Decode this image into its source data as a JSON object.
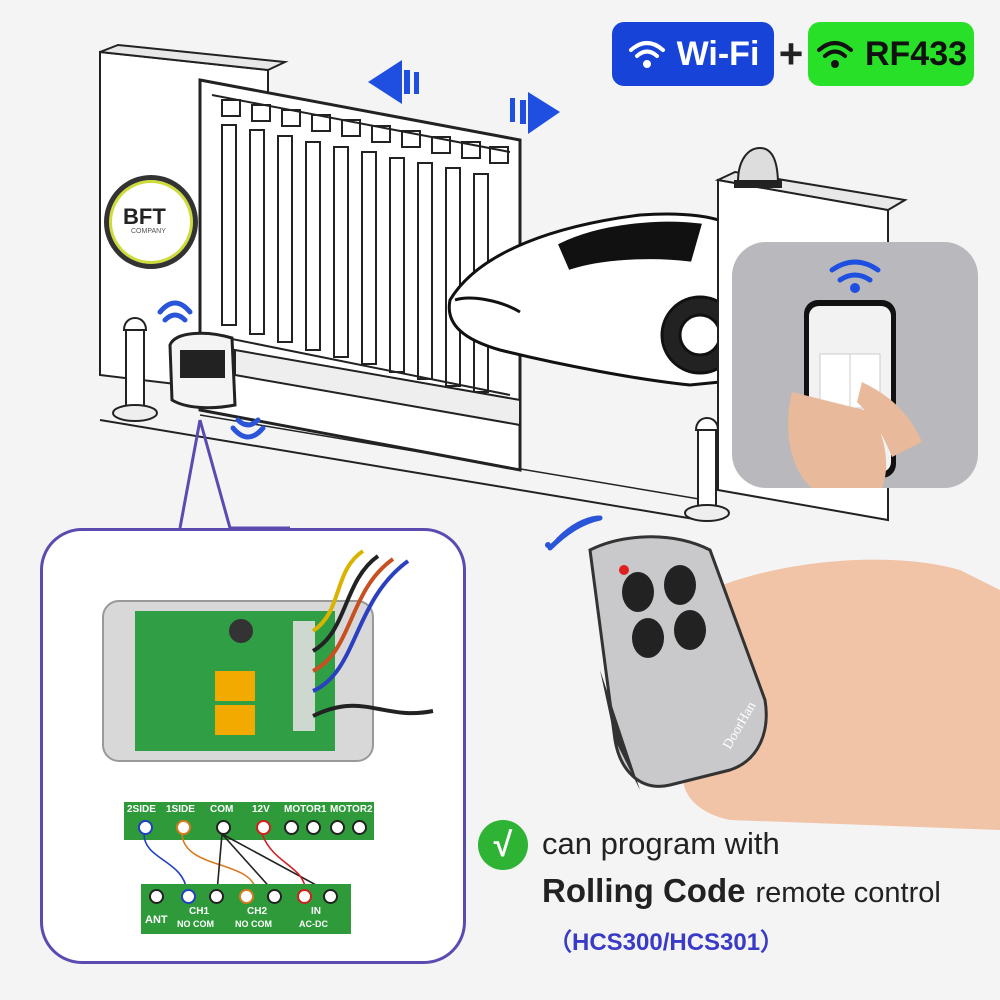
{
  "badges": {
    "wifi_label": "Wi-Fi",
    "plus": "+",
    "rf_label": "RF433",
    "wifi_color": "#1743d8",
    "rf_color": "#28e028"
  },
  "logo": {
    "name": "BFT",
    "sub": "COMPANY"
  },
  "remote": {
    "brand": "DoorHan"
  },
  "terminals": {
    "top": [
      "2SIDE",
      "1SIDE",
      "COM",
      "12V",
      "MOTOR1",
      "MOTOR2"
    ],
    "bottom": {
      "ant": "ANT",
      "ch1": "CH1",
      "ch1_sub": "NO  COM",
      "ch2": "CH2",
      "ch2_sub": "NO  COM",
      "in": "IN",
      "in_sub": "AC-DC"
    }
  },
  "caption": {
    "check": "√",
    "line1": "can program with",
    "line2_bold": "Rolling Code",
    "line2_rest": "remote control",
    "line3": "（HCS300/HCS301）"
  }
}
